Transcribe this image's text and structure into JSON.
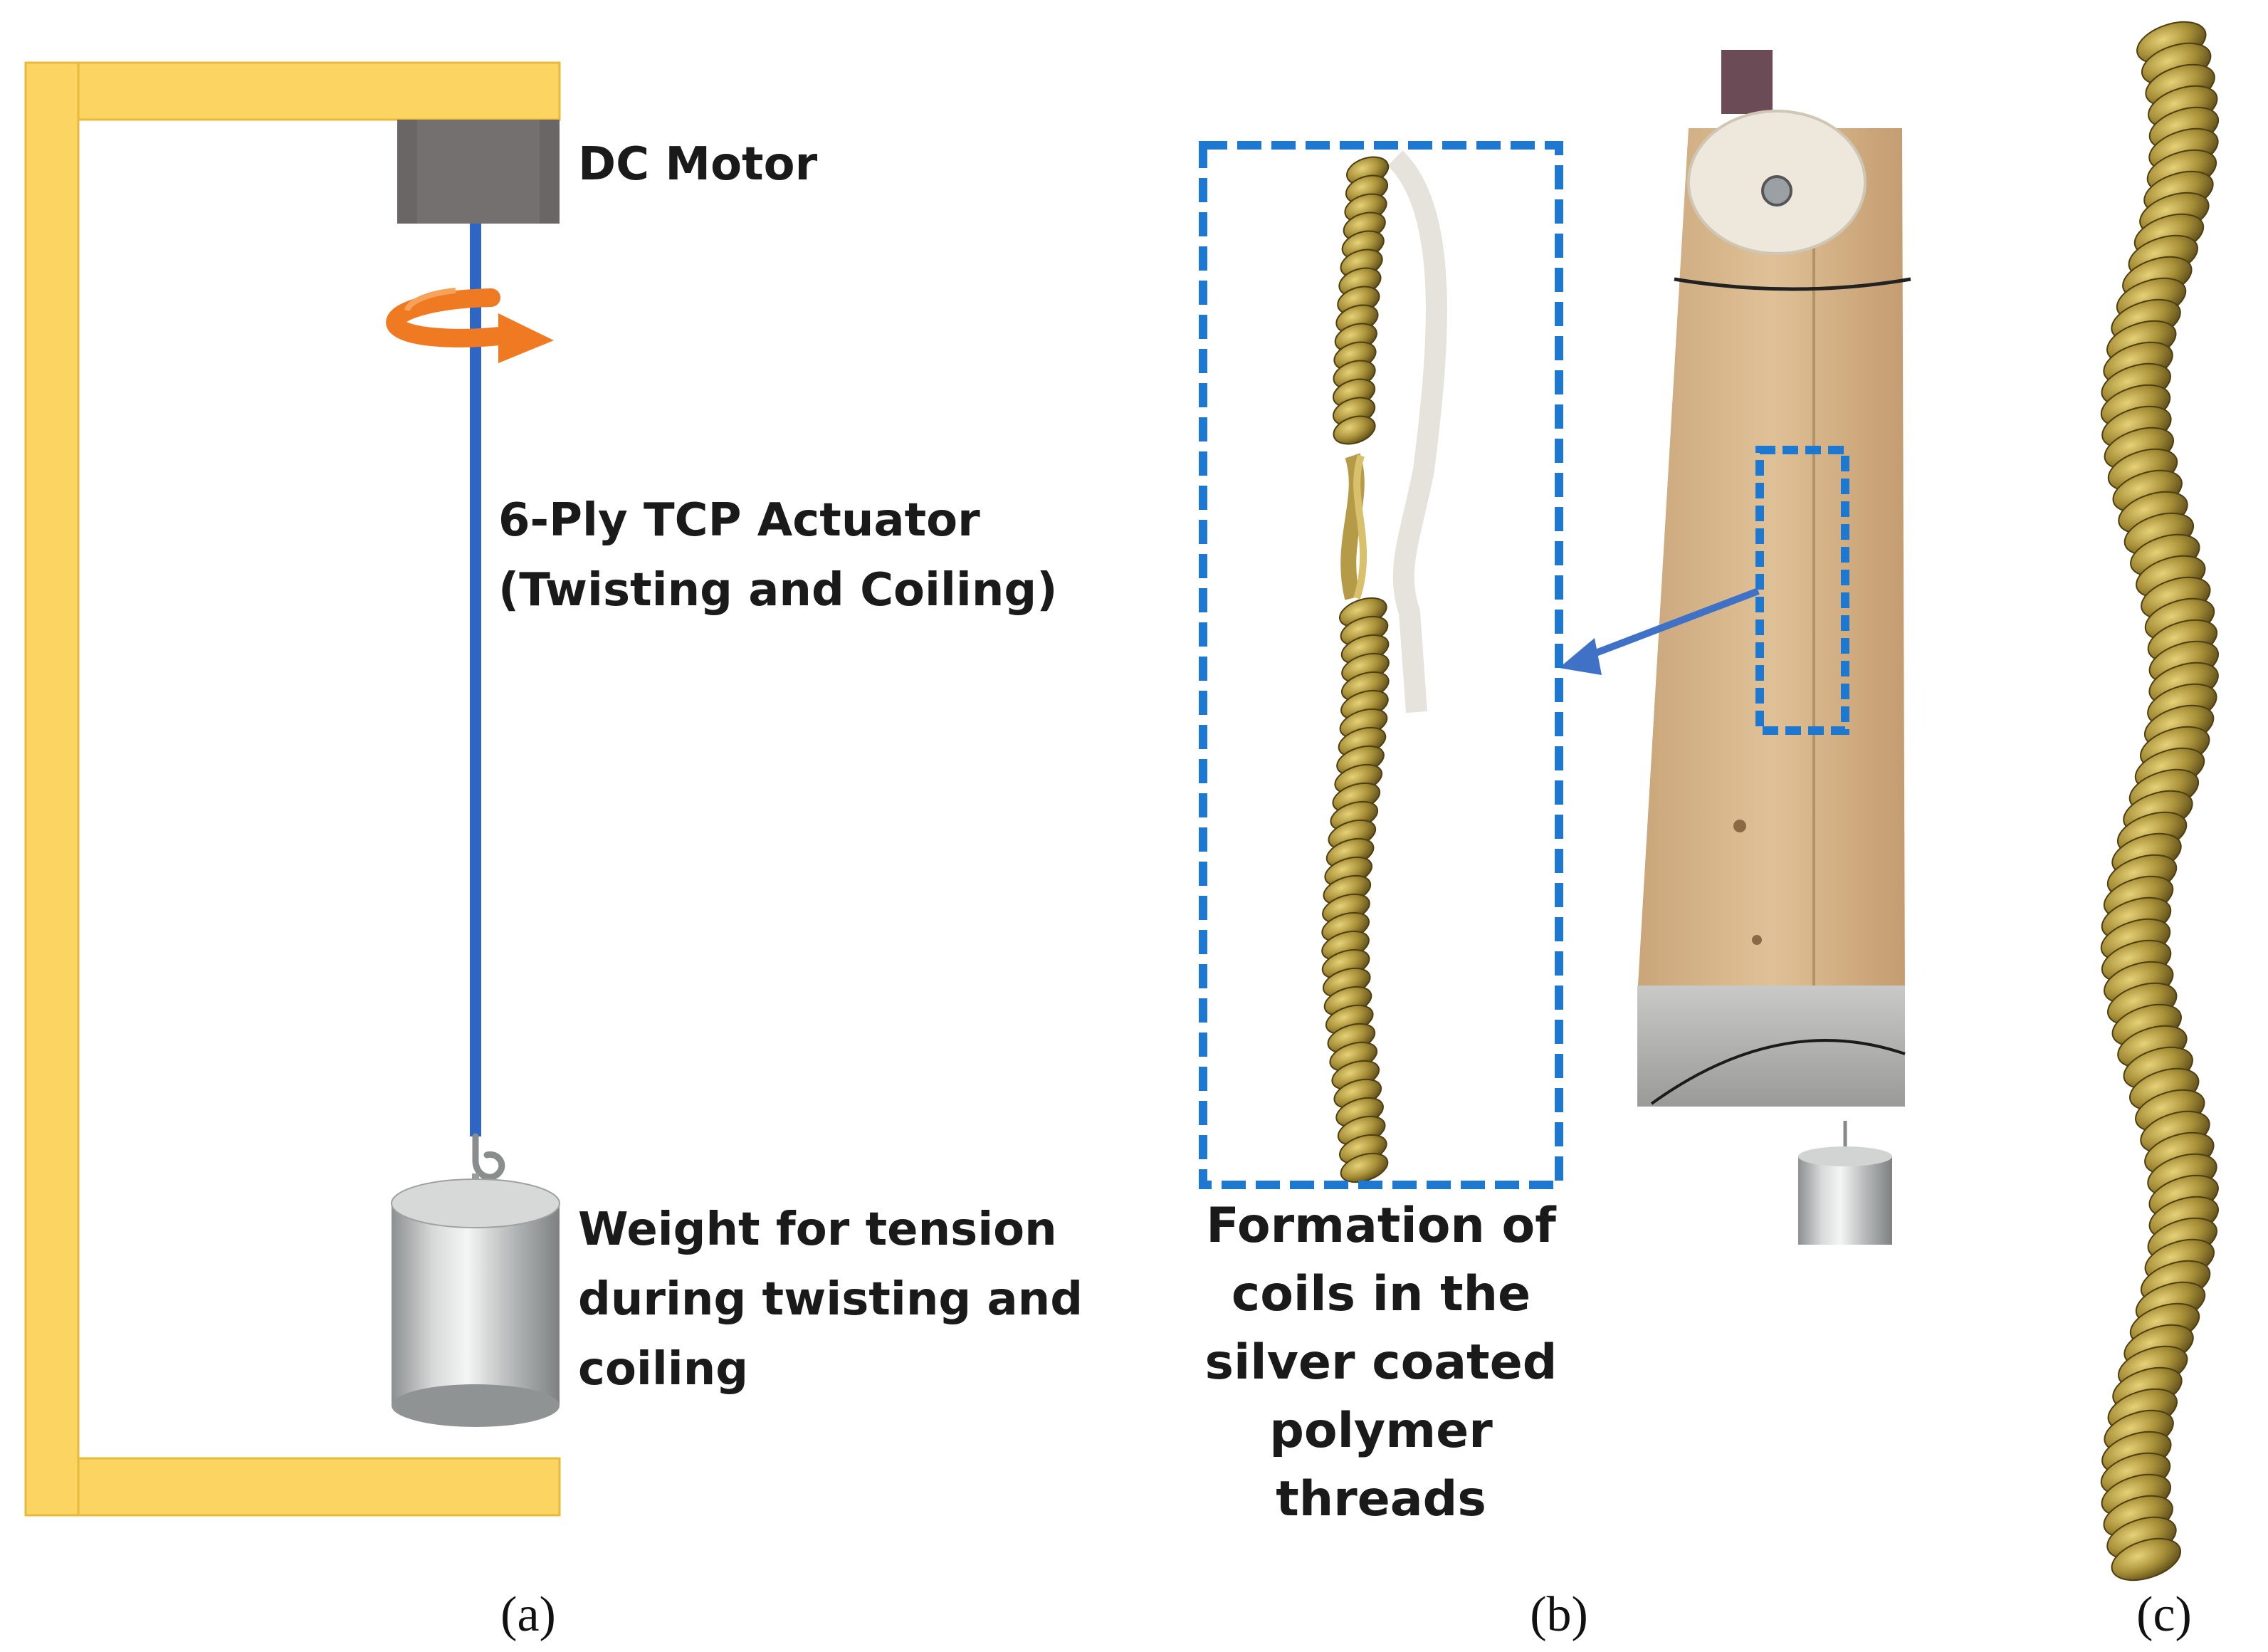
{
  "panel_a": {
    "motor_label": "DC Motor",
    "actuator_label_line1": "6-Ply TCP Actuator",
    "actuator_label_line2": "(Twisting and Coiling)",
    "weight_label_line1": "Weight for tension",
    "weight_label_line2": "during twisting and",
    "weight_label_line3": "coiling",
    "caption": "(a)"
  },
  "panel_b": {
    "label_line1": "Formation of",
    "label_line2": "coils in the",
    "label_line3": "silver coated",
    "label_line4": "polymer",
    "label_line5": "threads",
    "caption": "(b)"
  },
  "panel_c": {
    "caption": "(c)"
  },
  "colors": {
    "frame": "#FBD462",
    "frame_edge": "#E7B93E",
    "motor": "#6B6666",
    "thread": "#2F66C4",
    "arrow": "#F07A22",
    "callout": "#1F78D0",
    "coil": "#A28A3A",
    "wood": "#D8B489"
  },
  "icons": [
    "rotation-arrow-icon",
    "weight-icon",
    "hook-icon"
  ]
}
